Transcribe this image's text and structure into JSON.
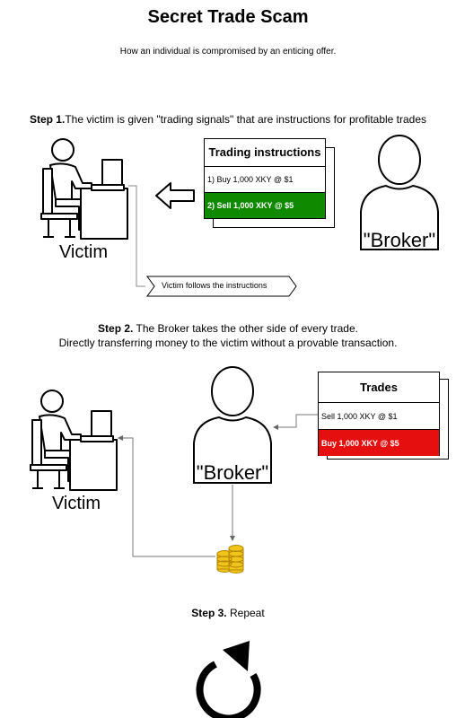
{
  "title": "Secret Trade Scam",
  "subtitle": "How an individual is compromised by an enticing offer.",
  "step1": {
    "label": "Step 1.",
    "text": "The victim is given \"trading signals\" that are instructions for profitable trades",
    "instructions": {
      "heading": "Trading instructions",
      "rows": [
        "1) Buy 1,000 XKY @ $1",
        "2) Sell 1,000 XKY @ $5"
      ]
    },
    "victim_label": "Victim",
    "broker_label": "\"Broker\"",
    "follow_label": "Victim follows the instructions"
  },
  "step2": {
    "label": "Step 2.",
    "text": " The Broker takes the other side of every trade.",
    "text2": "Directly transferring money to the victim without a provable transaction.",
    "trades": {
      "heading": "Trades",
      "rows": [
        "Sell 1,000 XKY @ $1",
        "Buy 1,000 XKY @ $5"
      ]
    },
    "victim_label": "Victim",
    "broker_label": "\"Broker\""
  },
  "step3": {
    "label": "Step 3.",
    "text": " Repeat"
  },
  "colors": {
    "green": "#0f8a00",
    "red": "#e60f0f",
    "coin": "#f0c419"
  },
  "icons": [
    "victim-at-computer-icon",
    "broker-person-icon",
    "left-arrow-icon",
    "coin-stack-icon",
    "repeat-arrow-icon"
  ]
}
